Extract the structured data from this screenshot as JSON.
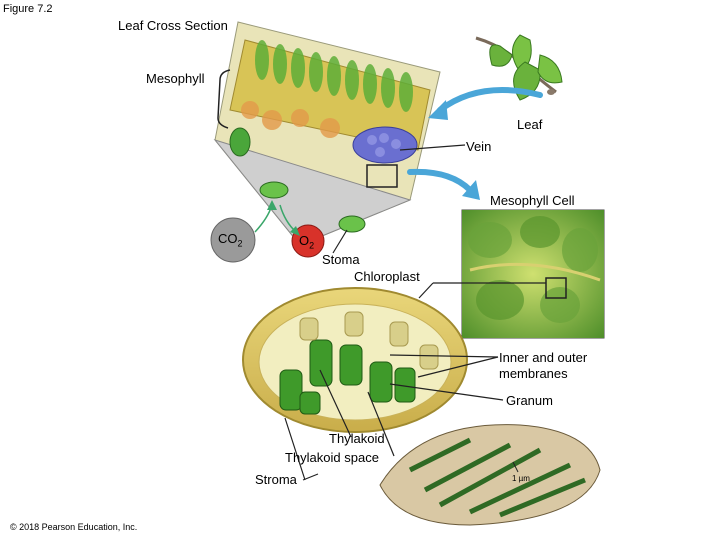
{
  "figure_label": "Figure 7.2",
  "labels": {
    "leaf_cross_section": "Leaf Cross Section",
    "mesophyll": "Mesophyll",
    "leaf": "Leaf",
    "vein": "Vein",
    "mesophyll_cell": "Mesophyll Cell",
    "co2": "CO",
    "co2_sub": "2",
    "o2": "O",
    "o2_sub": "2",
    "stoma": "Stoma",
    "chloroplast": "Chloroplast",
    "membranes_line1": "Inner and outer",
    "membranes_line2": "membranes",
    "granum": "Granum",
    "thylakoid": "Thylakoid",
    "thylakoid_space": "Thylakoid space",
    "stroma": "Stroma",
    "micro_scale": "1 µm"
  },
  "copyright": "© 2018 Pearson Education, Inc.",
  "colors": {
    "leaf_green": "#5aa832",
    "cell_yellow": "#e0c85a",
    "chloroplast_green": "#3f9a2a",
    "vein_blue": "#6a6fd0",
    "arrow_blue": "#4aa6d8",
    "co2_grey": "#9a9a9a",
    "o2_red": "#d8322a"
  }
}
